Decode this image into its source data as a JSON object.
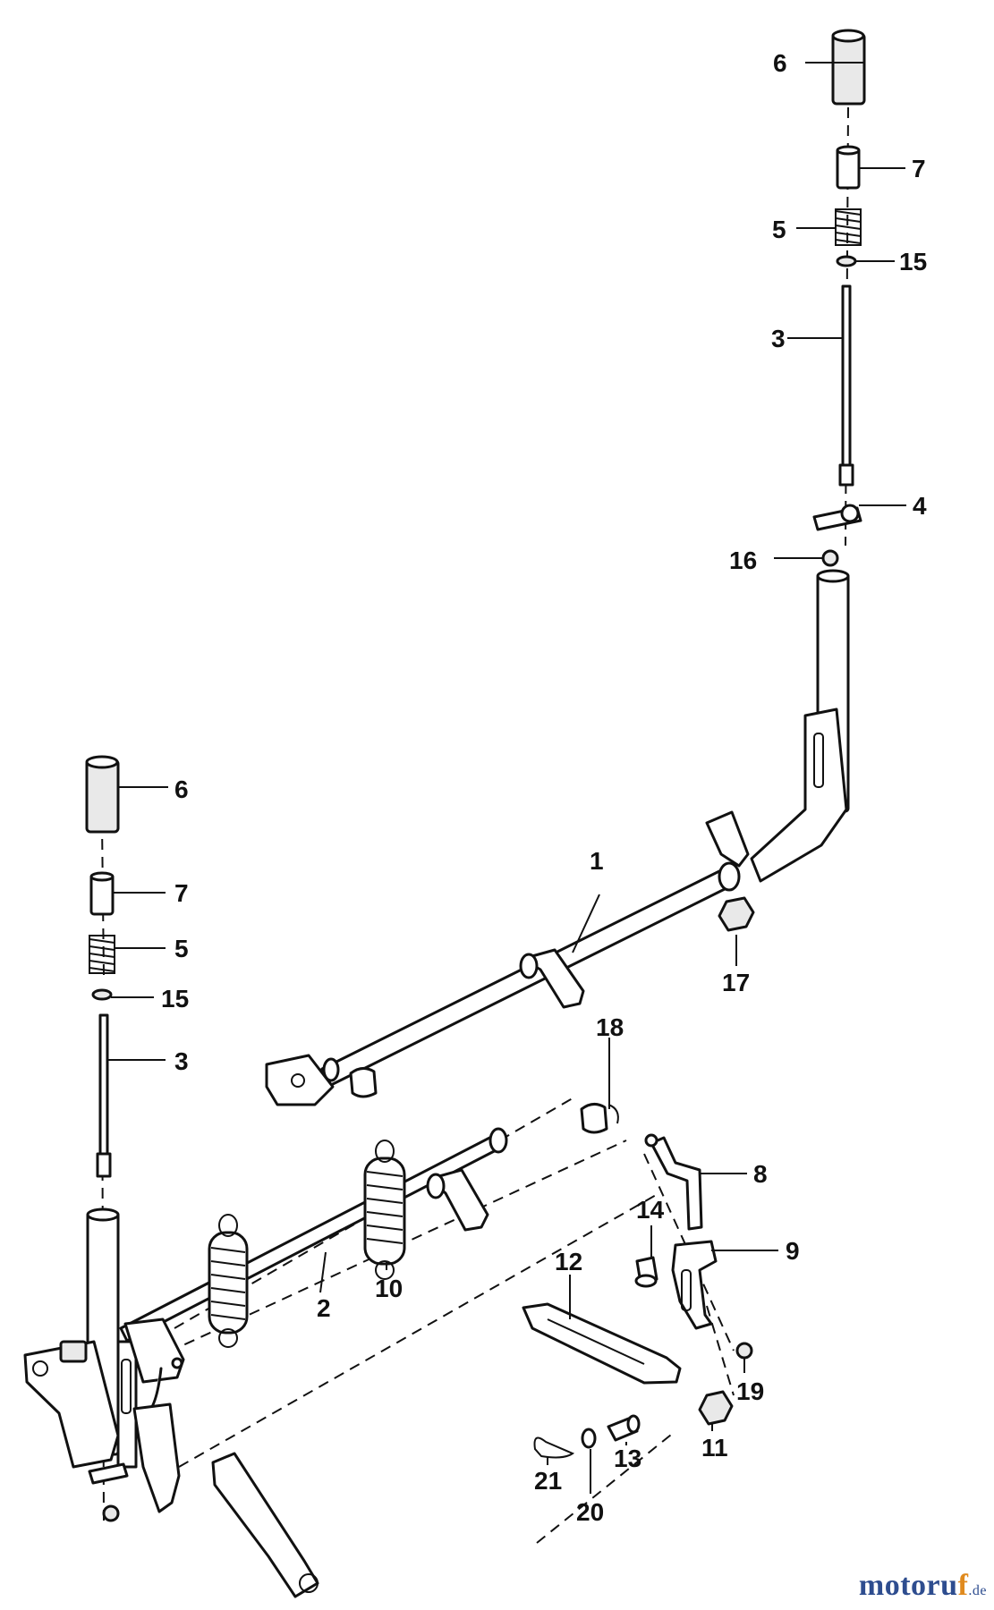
{
  "callouts": {
    "c1": "1",
    "c2": "2",
    "c3a": "3",
    "c3b": "3",
    "c4": "4",
    "c5a": "5",
    "c5b": "5",
    "c6a": "6",
    "c6b": "6",
    "c7a": "7",
    "c7b": "7",
    "c8": "8",
    "c9": "9",
    "c10": "10",
    "c11": "11",
    "c12": "12",
    "c13": "13",
    "c14": "14",
    "c15a": "15",
    "c15b": "15",
    "c16": "16",
    "c17": "17",
    "c18": "18",
    "c19": "19",
    "c20": "20",
    "c21": "21"
  },
  "watermark": {
    "brand_main": "motoru",
    "brand_accent": "f",
    "brand_suffix": ".de"
  },
  "colors": {
    "line": "#111111",
    "watermark_blue": "#2e4d8f",
    "watermark_orange": "#e08a1e"
  }
}
